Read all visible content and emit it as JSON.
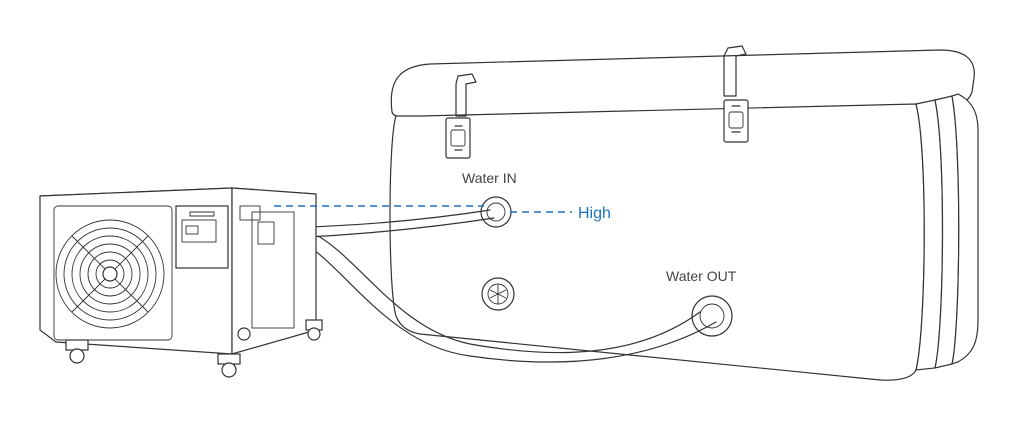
{
  "labels": {
    "water_in": "Water IN",
    "water_out": "Water OUT",
    "level": "High"
  },
  "colors": {
    "line": "#333333",
    "accent": "#1e73be",
    "label": "#444444"
  },
  "icons": {
    "chiller": "water-chiller-icon",
    "tub": "inflatable-tub-icon",
    "fan": "fan-grille-icon"
  }
}
